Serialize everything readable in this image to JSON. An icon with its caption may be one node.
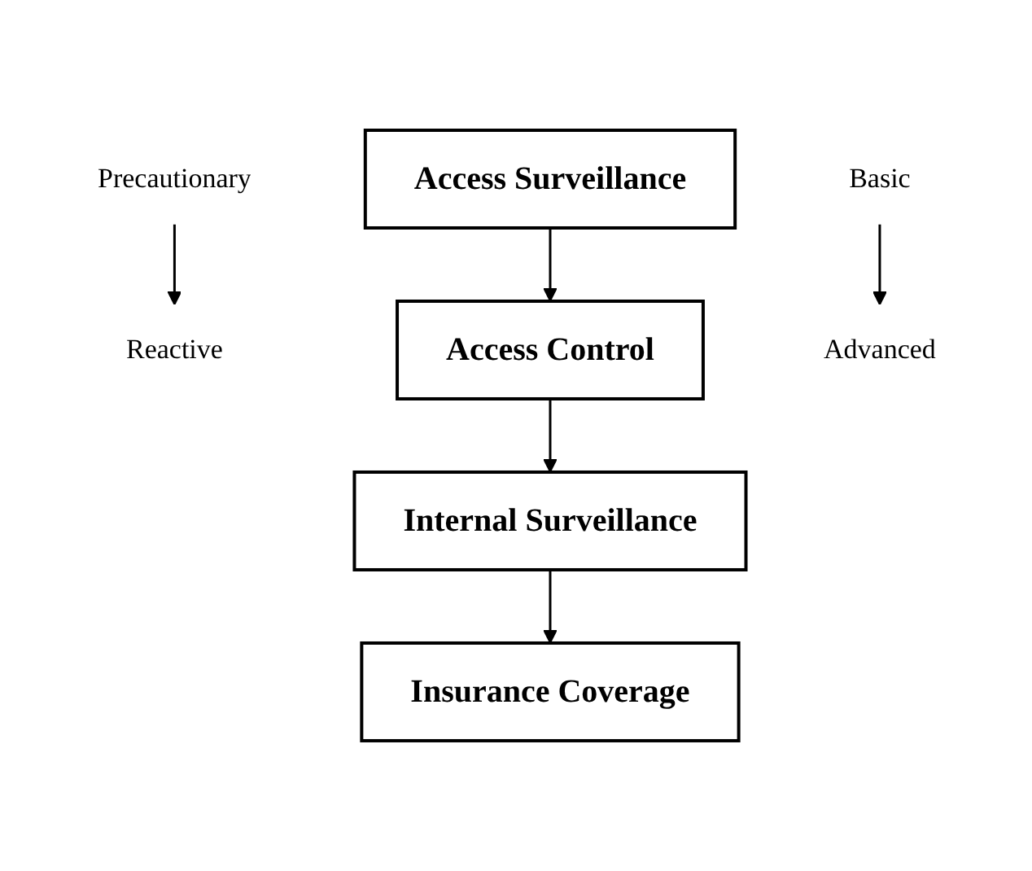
{
  "diagram": {
    "nodes": [
      {
        "text": [
          "Precautionary"
        ]
      },
      {
        "text": [
          "Reactive"
        ]
      },
      {
        "text": [
          "Access Surveillance"
        ]
      },
      {
        "text": [
          "Access Control"
        ]
      },
      {
        "text": [
          "Internal Surveillance"
        ]
      },
      {
        "text": [
          "Insurance Coverage"
        ]
      },
      {
        "text": [
          "Basic"
        ]
      },
      {
        "text": [
          "Advanced"
        ]
      }
    ],
    "edges": [
      {
        "from": 0,
        "to": 1,
        "arrow": "to"
      },
      {
        "from": 2,
        "to": 3,
        "arrow": "to"
      },
      {
        "from": 3,
        "to": 4,
        "arrow": "to"
      },
      {
        "from": 4,
        "to": 5,
        "arrow": "to"
      },
      {
        "from": 6,
        "to": 7,
        "arrow": "to"
      }
    ]
  }
}
